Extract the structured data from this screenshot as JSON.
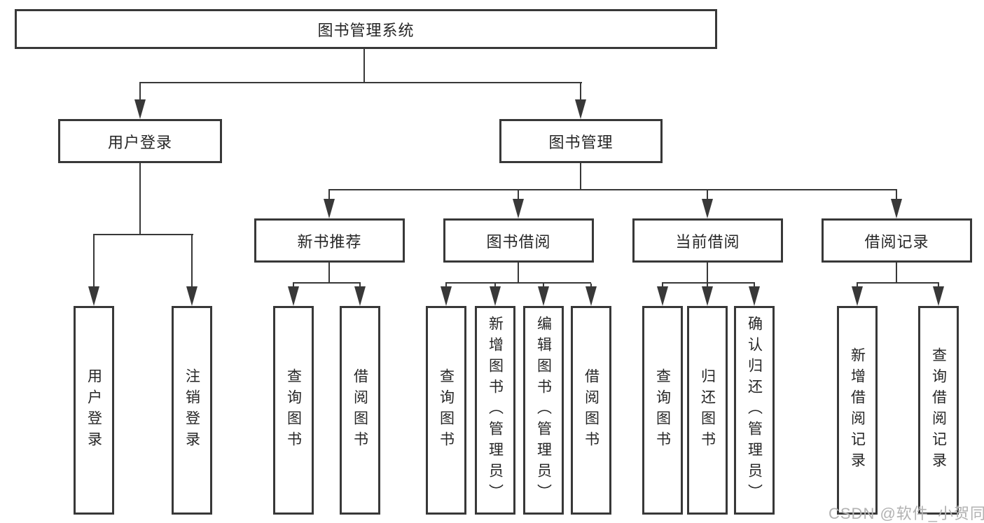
{
  "diagram": {
    "root": {
      "label": "图书管理系统",
      "children": [
        {
          "label": "用户登录",
          "children": [
            {
              "label": "用户登录"
            },
            {
              "label": "注销登录"
            }
          ]
        },
        {
          "label": "图书管理",
          "children": [
            {
              "label": "新书推荐",
              "children": [
                {
                  "label": "查询图书"
                },
                {
                  "label": "借阅图书"
                }
              ]
            },
            {
              "label": "图书借阅",
              "children": [
                {
                  "label": "查询图书"
                },
                {
                  "label": "新增图书（管理员）"
                },
                {
                  "label": "编辑图书（管理员）"
                },
                {
                  "label": "借阅图书"
                }
              ]
            },
            {
              "label": "当前借阅",
              "children": [
                {
                  "label": "查询图书"
                },
                {
                  "label": "归还图书"
                },
                {
                  "label": "确认归还（管理员）"
                }
              ]
            },
            {
              "label": "借阅记录",
              "children": [
                {
                  "label": "新增借阅记录"
                },
                {
                  "label": "查询借阅记录"
                }
              ]
            }
          ]
        }
      ]
    },
    "colors": {
      "line": "#383838",
      "text": "#262626",
      "watermark": "#b2b2b2",
      "background": "#ffffff"
    }
  },
  "watermark": {
    "text": "CSDN @软件_小贺同学"
  }
}
